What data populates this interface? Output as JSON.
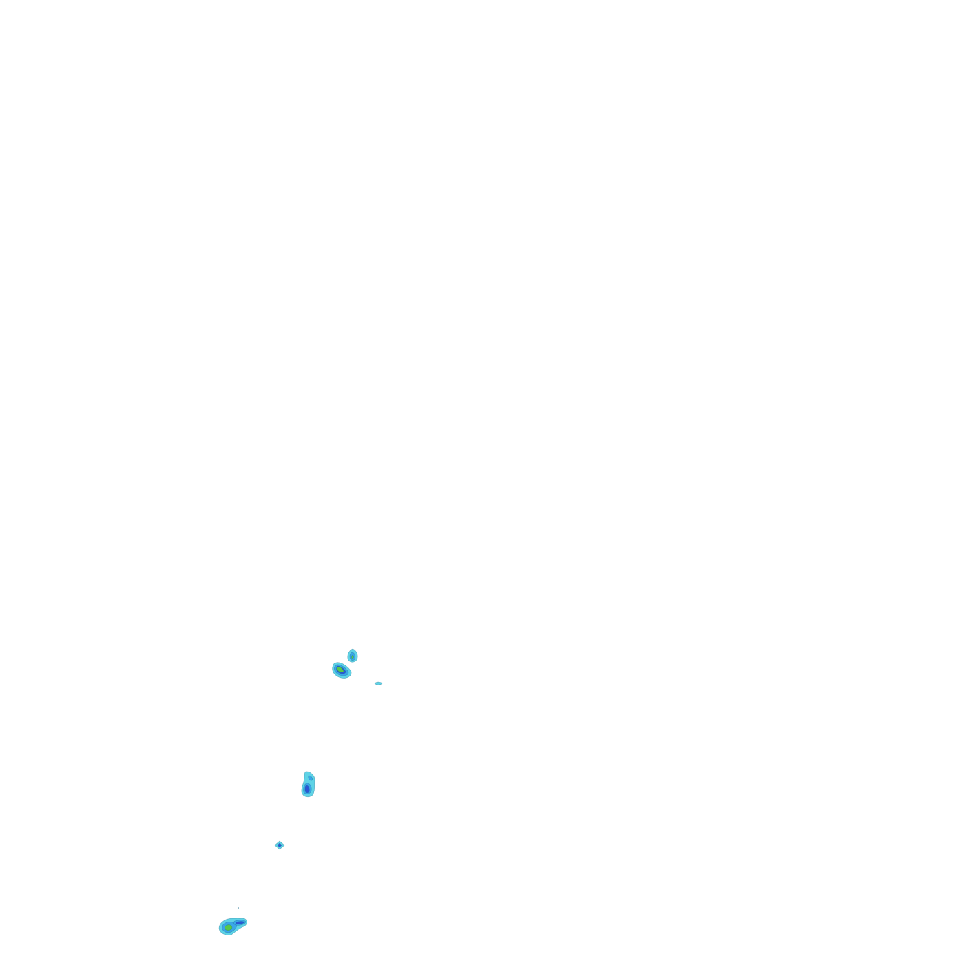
{
  "map": {
    "background": "#ffffff",
    "colors": {
      "cyan": "#5fd3e6",
      "light_blue": "#3aa6e8",
      "blue": "#2b56d6",
      "green": "#57c84a",
      "yellow_green": "#a8d83a",
      "outline": "#1a6b8c"
    },
    "features": [
      {
        "id": "cluster-a",
        "levels": [
          "cyan",
          "light_blue",
          "green"
        ]
      },
      {
        "id": "cluster-b",
        "levels": [
          "cyan",
          "light_blue",
          "blue",
          "green"
        ]
      },
      {
        "id": "cluster-c",
        "levels": [
          "cyan"
        ]
      },
      {
        "id": "cluster-d",
        "levels": [
          "cyan",
          "light_blue",
          "blue"
        ]
      },
      {
        "id": "cluster-e",
        "levels": [
          "cyan",
          "blue"
        ]
      },
      {
        "id": "cluster-f",
        "levels": [
          "cyan",
          "light_blue",
          "blue",
          "green"
        ]
      }
    ]
  }
}
